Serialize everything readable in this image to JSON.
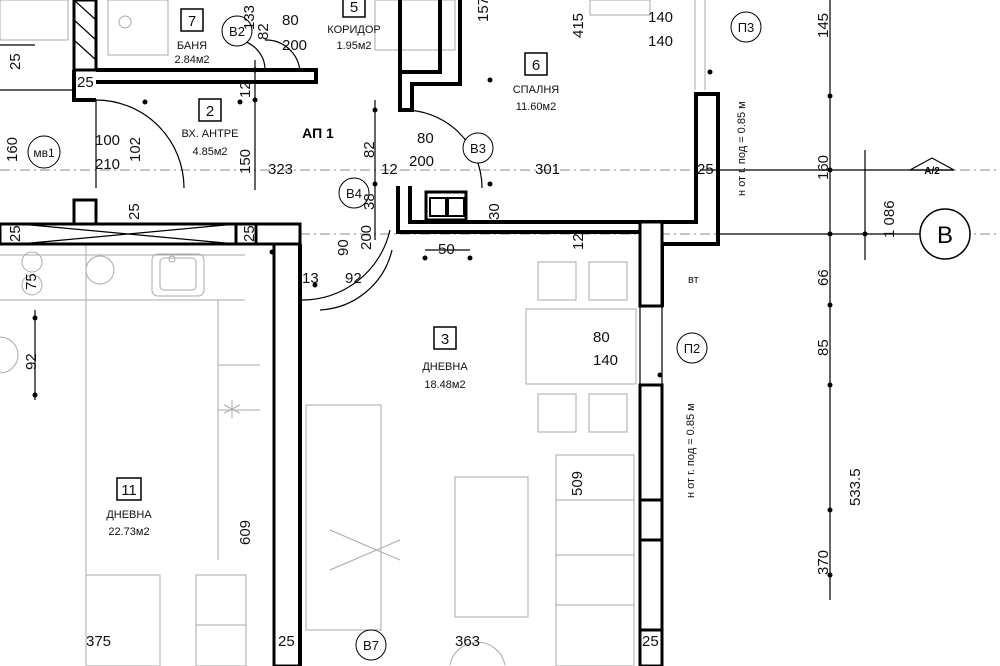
{
  "apartment": "АП 1",
  "axis": {
    "label": "B",
    "ref": "A/2"
  },
  "rooms": [
    {
      "number": "7",
      "name": "БАНЯ",
      "area": "2.84м2"
    },
    {
      "number": "5",
      "name": "КОРИДОР",
      "area": "1.95м2"
    },
    {
      "number": "6",
      "name": "СПАЛНЯ",
      "area": "11.60м2"
    },
    {
      "number": "2",
      "name": "ВХ. АНТРЕ",
      "area": "4.85м2"
    },
    {
      "number": "3",
      "name": "ДНЕВНА",
      "area": "18.48м2"
    },
    {
      "number": "11",
      "name": "ДНЕВНА",
      "area": "22.73м2"
    }
  ],
  "openings": [
    "B2",
    "B3",
    "B4",
    "B7",
    "П3",
    "П2",
    "мв1",
    "вт"
  ],
  "sill_notes": [
    "н от г. под = 0.85 м",
    "н от г. под = 0.85 м"
  ],
  "dimensions": {
    "d1": "80",
    "d2": "200",
    "d3": "133",
    "d4": "82",
    "d5": "157",
    "d6": "415",
    "d7": "140",
    "d8": "140",
    "d9": "145",
    "d10": "25",
    "d11": "25",
    "d12": "12",
    "d13": "160",
    "d14": "100",
    "d15": "210",
    "d16": "102",
    "d17": "150",
    "d18": "323",
    "d19": "82",
    "d20": "80",
    "d21": "200",
    "d22": "12",
    "d23": "301",
    "d24": "25",
    "d25": "160",
    "d26": "38",
    "d27": "30",
    "d28": "25",
    "d29": "25",
    "d30": "25",
    "d31": "90",
    "d32": "200",
    "d33": "50",
    "d34": "12",
    "d35": "1 086",
    "d36": "13",
    "d37": "92",
    "d38": "66",
    "d39": "75",
    "d40": "80",
    "d41": "140",
    "d42": "85",
    "d43": "92",
    "d44": "509",
    "d45": "609",
    "d46": "533.5",
    "d47": "370",
    "d48": "375",
    "d49": "25",
    "d50": "363",
    "d51": "25"
  }
}
